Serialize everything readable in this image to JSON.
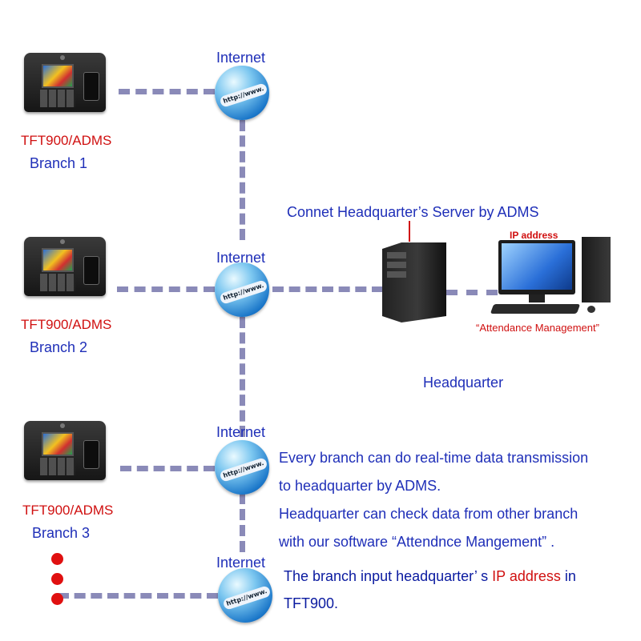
{
  "branches": [
    {
      "model": "TFT900/ADMS",
      "name": "Branch 1"
    },
    {
      "model": "TFT900/ADMS",
      "name": "Branch 2"
    },
    {
      "model": "TFT900/ADMS",
      "name": "Branch 3"
    }
  ],
  "internet_labels": [
    "Internet",
    "Internet",
    "Internet",
    "Internet"
  ],
  "globe_text": "http://www.",
  "server_caption": "Connet Headquarter’s Server by ADMS",
  "ip_label": "IP address",
  "software_label": "“Attendance Management”",
  "headquarter_label": "Headquarter",
  "description": [
    "Every branch can do real-time data transmission",
    "to headquarter by ADMS.",
    "Headquarter can check data from other branch",
    "with our software “Attendnce Mangement” ."
  ],
  "note": {
    "line1_a": "The branch input  headquarter’ s ",
    "line1_red": "IP address",
    "line1_b": " in",
    "line2": "TFT900."
  },
  "colors": {
    "blue_text": "#1f2fb8",
    "red_text": "#d01010",
    "dash": "#8a8ab8",
    "dot": "#e01010"
  }
}
